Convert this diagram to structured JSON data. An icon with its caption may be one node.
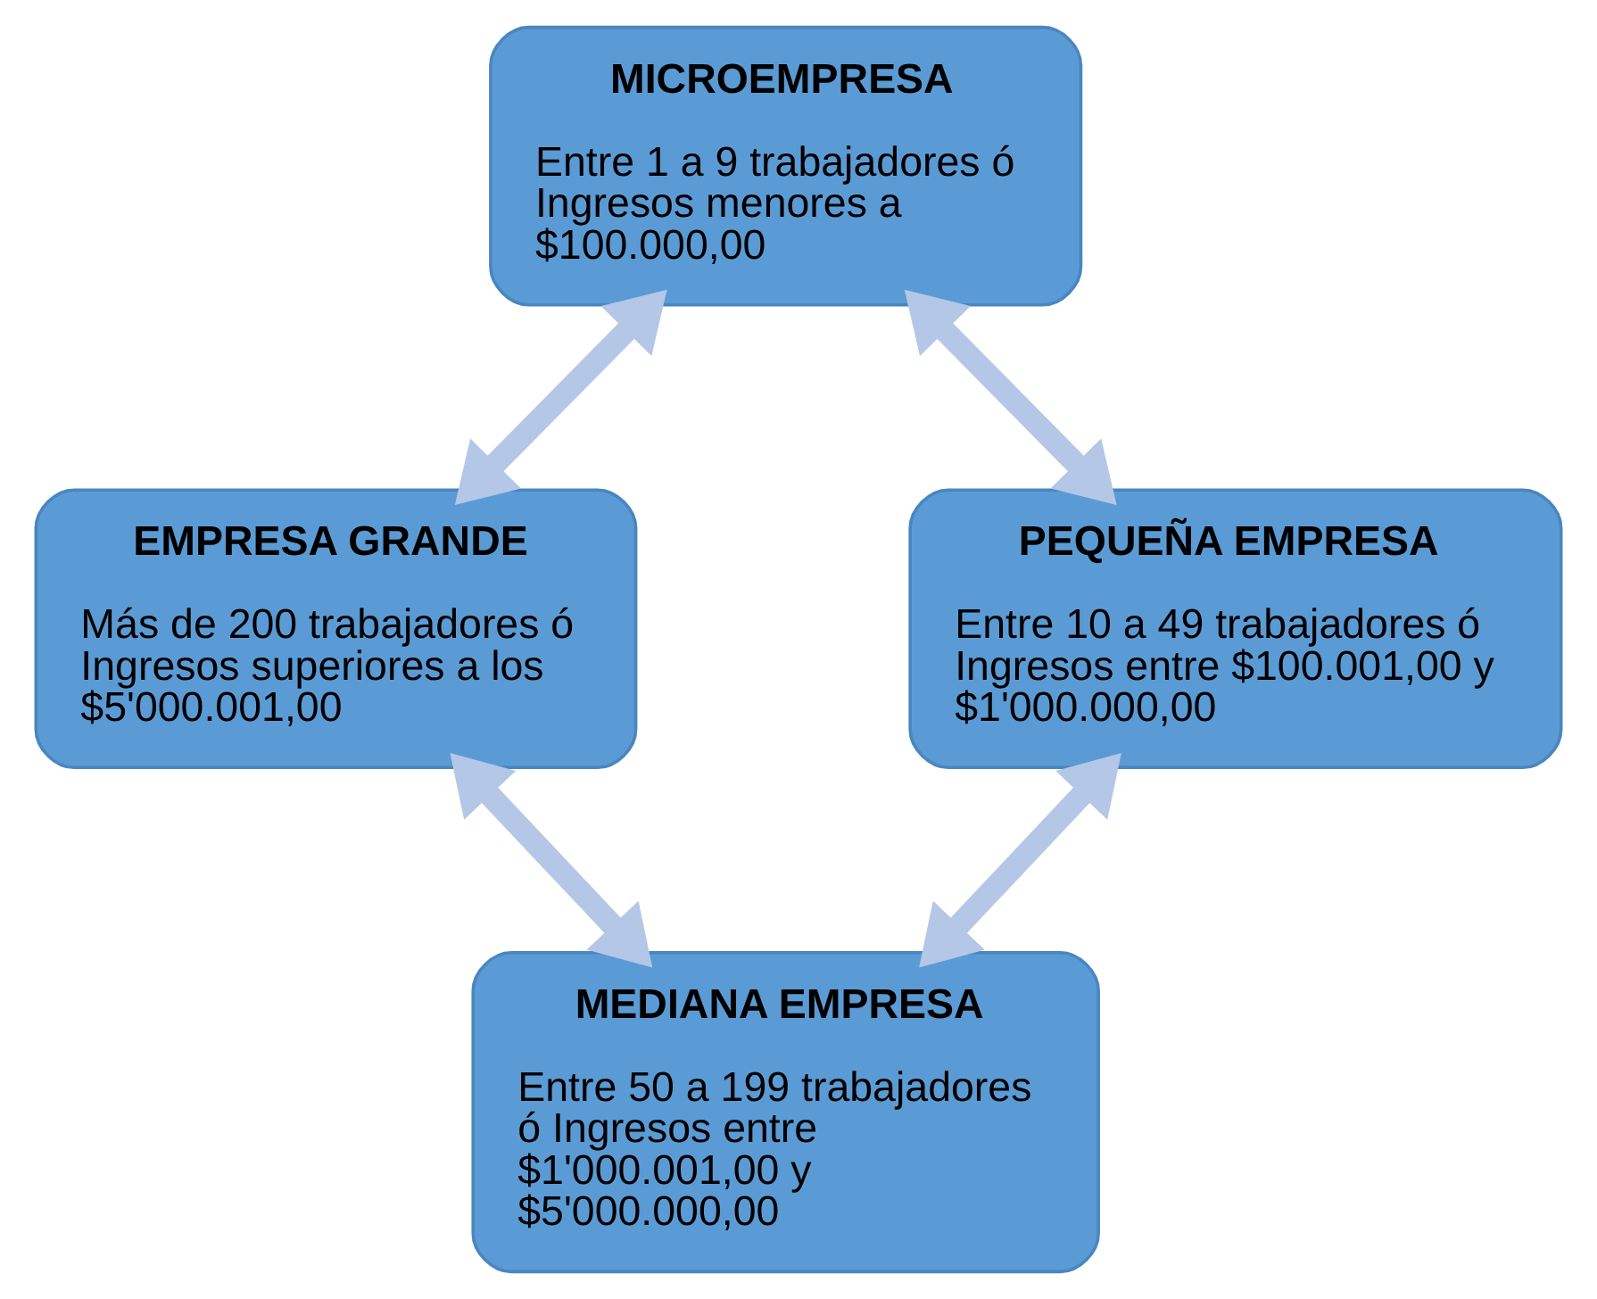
{
  "diagram": {
    "nodes": [
      {
        "text": [
          "MICROEMPRESA",
          "Entre 1 a 9 trabajadores ó Ingresos menores a $100.000,00"
        ]
      },
      {
        "text": [
          "EMPRESA GRANDE",
          "Más de 200 trabajadores ó Ingresos superiores a los $5'000.001,00"
        ]
      },
      {
        "text": [
          "PEQUEÑA EMPRESA",
          "Entre 10 a 49 trabajadores ó Ingresos entre $100.001,00 y $1'000.000,00"
        ]
      },
      {
        "text": [
          "MEDIANA EMPRESA",
          "Entre 50 a 199 trabajadores ó Ingresos entre $1'000.001,00 y $5'000.000,00"
        ]
      }
    ],
    "edges": [
      {
        "from": 0,
        "to": 1,
        "arrow": "both"
      },
      {
        "from": 0,
        "to": 2,
        "arrow": "both"
      },
      {
        "from": 2,
        "to": 3,
        "arrow": "both"
      },
      {
        "from": 1,
        "to": 3,
        "arrow": "both"
      }
    ]
  }
}
